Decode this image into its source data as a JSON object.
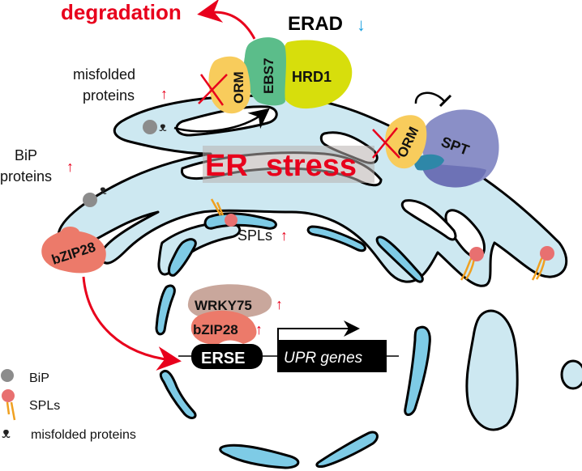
{
  "figure": {
    "title_degradation": "degradation",
    "erad_label": "ERAD",
    "erad_arrow": "↓",
    "er_stress_label_1": "ER",
    "er_stress_label_2": "stress",
    "misfolded_label_line1": "misfolded",
    "misfolded_label_line2": "proteins",
    "misfolded_arrow": "↑",
    "bip_label_line1": "BiP",
    "bip_label_line2": "proteins",
    "bip_arrow": "↑",
    "spls_label": "SPLs",
    "spls_arrow": "↑",
    "proteins": {
      "orm_left": "ORM",
      "ebs7": "EBS7",
      "hrd1": "HRD1",
      "orm_right": "ORM",
      "spt": "SPT",
      "bzip28_membrane": "bZIP28",
      "wrky75": "WRKY75",
      "wrky75_arrow": "↑",
      "bzip28_nuclear": "bZIP28",
      "bzip28_arrow": "↑"
    },
    "promoter": {
      "element": "ERSE",
      "genes": "UPR genes"
    }
  },
  "legend": {
    "items": [
      {
        "label": "BiP",
        "icon": "grey-circle"
      },
      {
        "label": "SPLs",
        "icon": "lipid-lollipop"
      },
      {
        "label": "misfolded proteins",
        "icon": "misfolded-protein-squiggle"
      }
    ]
  },
  "colors": {
    "red_accent": "#e8001c",
    "blue_arrow": "#1aa0e0",
    "er_lumen": "#cde8f1",
    "nuclear_envelope": "#7ecbe6",
    "orm": "#f8cc5c",
    "ebs7": "#5bbd8a",
    "hrd1": "#d7de0c",
    "spt": "#8a8fc7",
    "spt_dark": "#6d72b6",
    "spt_teal": "#2e87a8",
    "bzip28": "#ec7a6a",
    "wrky75": "#c9a79c",
    "bip": "#8c8c8c",
    "spl_head": "#e87070",
    "spl_tail": "#f0a020"
  }
}
